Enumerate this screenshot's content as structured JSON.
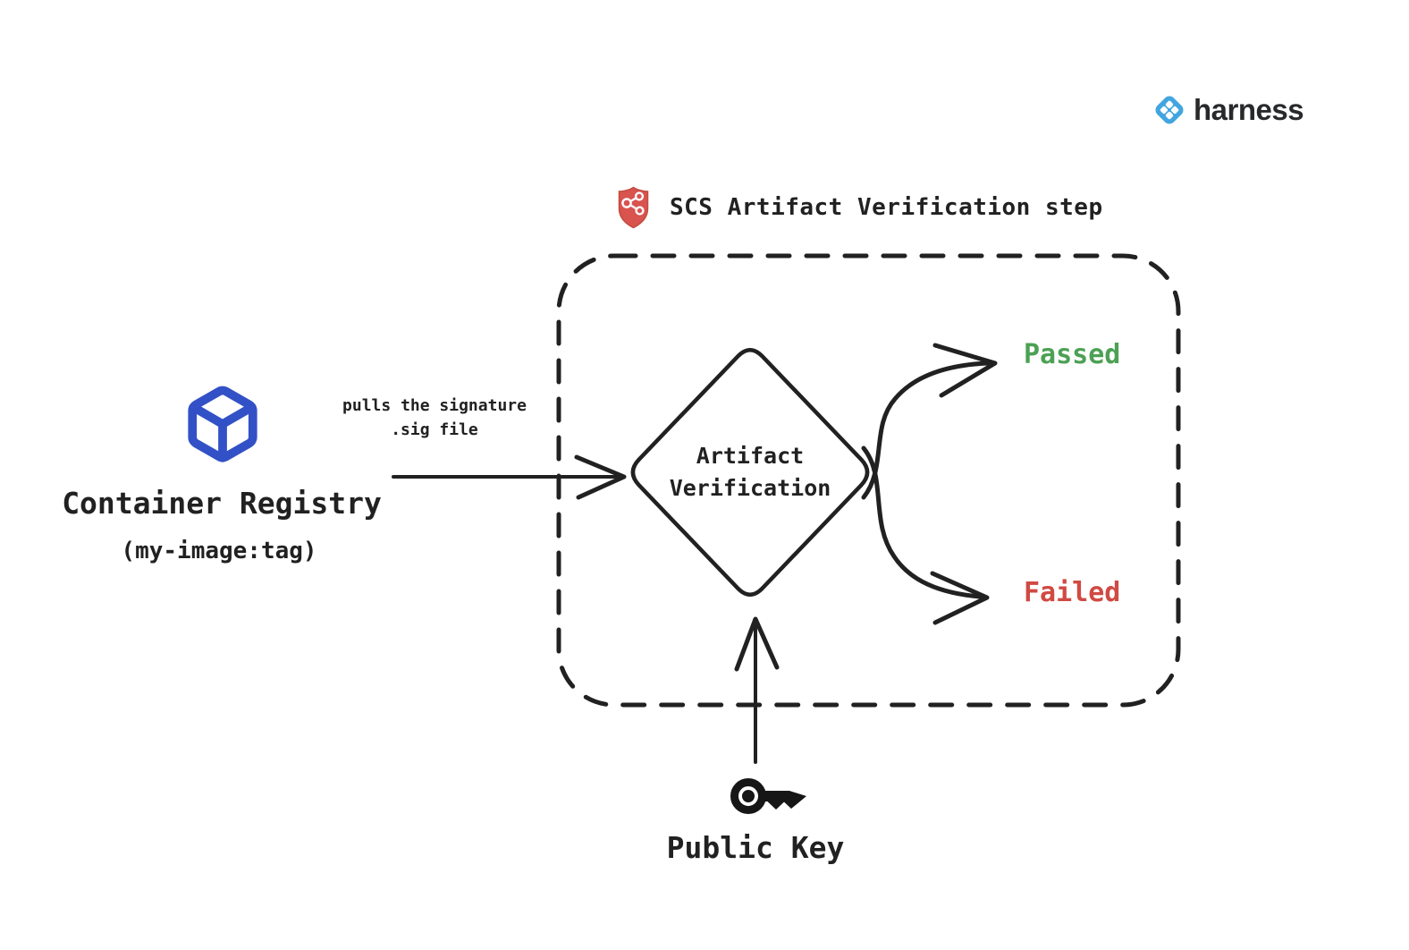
{
  "colors": {
    "ink": "#212121",
    "accent_blue": "#3351C6",
    "harness_blue": "#42A5DF",
    "passed_green": "#4CA154",
    "failed_red": "#D04A43",
    "shield_red": "#D9534F"
  },
  "brand": {
    "wordmark": "harness"
  },
  "step_header": {
    "title": "SCS Artifact Verification step"
  },
  "nodes": {
    "container_registry": {
      "title": "Container Registry",
      "subtitle": "(my-image:tag)"
    },
    "decision": {
      "line1": "Artifact",
      "line2": "Verification"
    },
    "public_key": {
      "label": "Public Key"
    }
  },
  "edges": {
    "pull": {
      "label_line1": "pulls the signature",
      "label_line2": ".sig file"
    },
    "passed": {
      "label": "Passed"
    },
    "failed": {
      "label": "Failed"
    }
  }
}
